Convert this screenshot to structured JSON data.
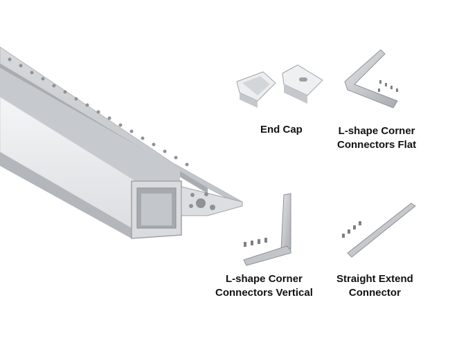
{
  "labels": {
    "end_cap": [
      "End Cap"
    ],
    "l_corner_flat": [
      "L-shape Corner",
      "Connectors Flat"
    ],
    "l_corner_vertical": [
      "L-shape Corner",
      "Connectors Vertical"
    ],
    "straight_extend": [
      "Straight Extend",
      "Connector"
    ]
  },
  "colors": {
    "background": "#ffffff",
    "text": "#111111",
    "aluminium_light": "#e6e7e9",
    "aluminium_mid": "#c9cbce",
    "aluminium_dark": "#9fa2a6",
    "diffuser": "#f2f3f4"
  }
}
